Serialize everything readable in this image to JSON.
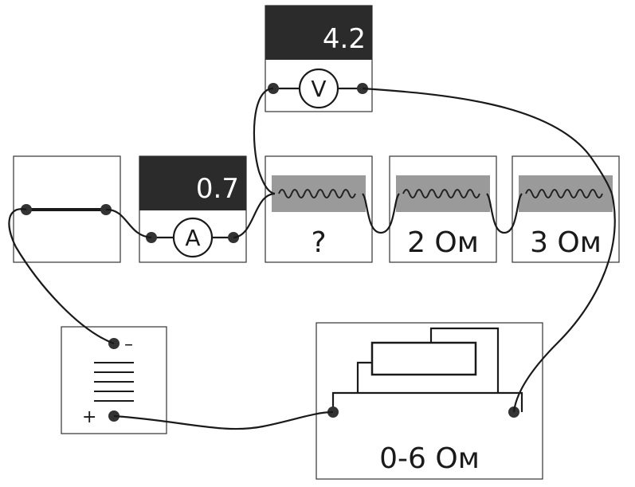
{
  "voltmeter": {
    "reading": "4.2",
    "symbol": "V"
  },
  "ammeter": {
    "reading": "0.7",
    "symbol": "A"
  },
  "resistors": [
    {
      "label": "?"
    },
    {
      "label": "2 Ом"
    },
    {
      "label": "3 Ом"
    }
  ],
  "rheostat": {
    "label": "0-6 Ом"
  },
  "battery": {
    "minus": "–",
    "plus": "+"
  }
}
